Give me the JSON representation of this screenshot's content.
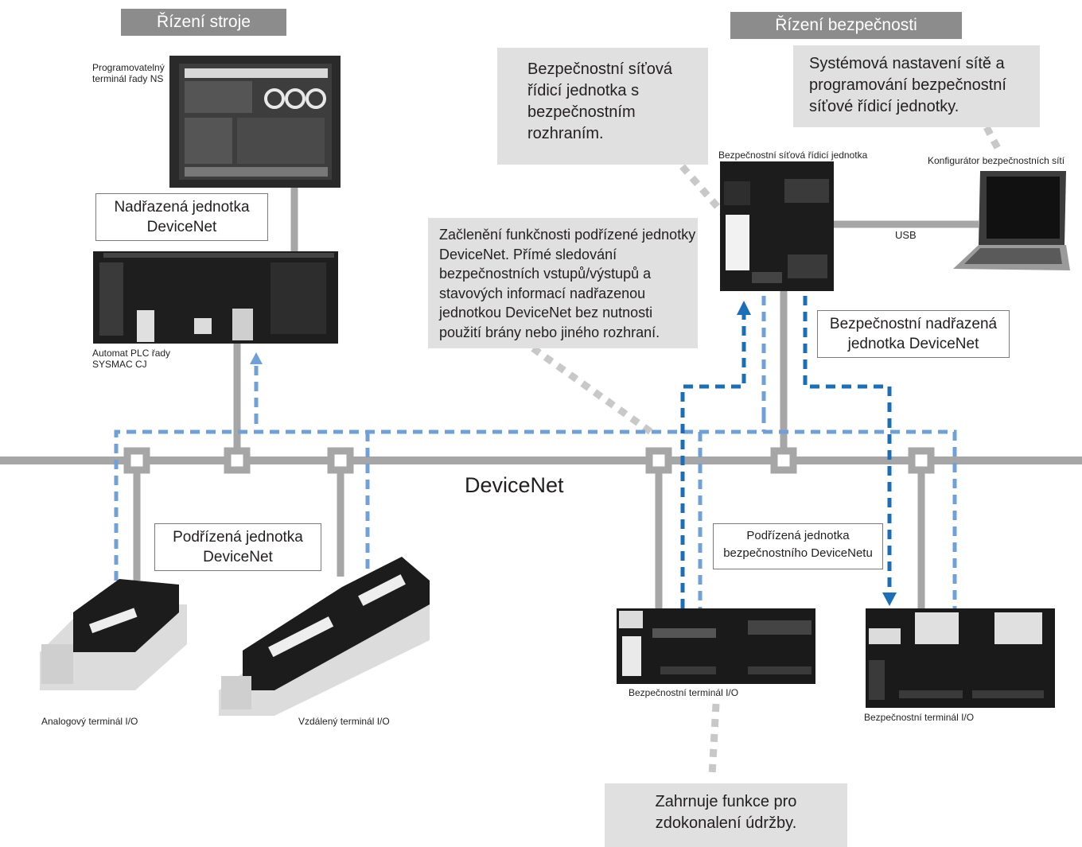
{
  "headers": {
    "machine_control": "Řízení stroje",
    "safety_control": "Řízení bezpečnosti"
  },
  "callouts": {
    "safety_network_controller": "Bezpečnostní síťová řídicí jednotka s bezpečnostním rozhraním.",
    "system_settings": "Systémová nastavení sítě a programování bezpečnostní síťové řídicí jednotky.",
    "integration": "Začlenění funkčnosti podřízené jednotky DeviceNet. Přímé sledování bezpečnostních vstupů/výstupů a stavových informací nadřazenou jednotkou DeviceNet bez nutnosti použití brány nebo jiného rozhraní.",
    "maintenance": "Zahrnuje funkce pro zdokonalení údržby."
  },
  "boxes": {
    "master": "Nadřazená jednotka DeviceNet",
    "slave": "Podřízená jednotka DeviceNet",
    "safety_master": "Bezpečnostní nadřazená jednotka DeviceNet",
    "safety_slave": "Podřízená jednotka bezpečnostního DeviceNetu"
  },
  "labels": {
    "ns_terminal": "Programovatelný terminál řady NS",
    "plc": "Automat PLC řady SYSMAC CJ",
    "safety_controller": "Bezpečnostní síťová řídicí jednotka",
    "configurator": "Konfigurátor bezpečnostních sítí",
    "usb": "USB",
    "devicenet": "DeviceNet",
    "analog_io": "Analogový terminál I/O",
    "remote_io": "Vzdálený terminál I/O",
    "safety_io_1": "Bezpečnostní terminál I/O",
    "safety_io_2": "Bezpečnostní terminál I/O"
  },
  "colors": {
    "network_line": "#a6a6a6",
    "light_blue_dash": "#6fa0d9",
    "dark_blue_dash": "#1b6fb8",
    "header_bg": "#8c8c8c",
    "callout_bg": "#e0e0e0",
    "pointer_dash": "#c8c8c8"
  }
}
